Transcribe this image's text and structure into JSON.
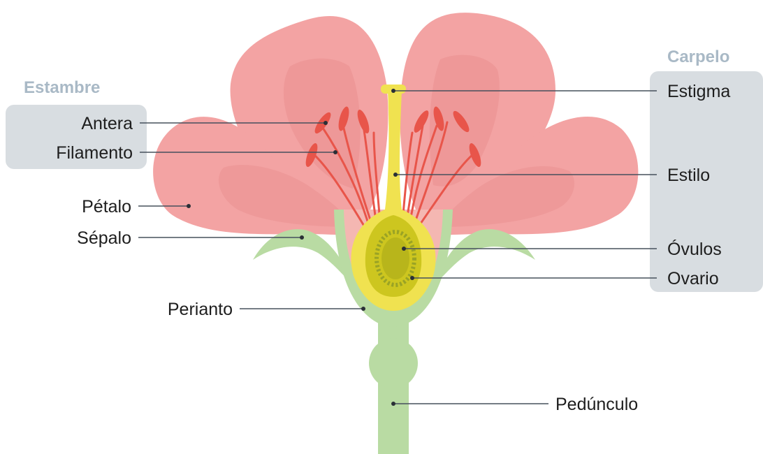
{
  "groups": {
    "stamen": "Estambre",
    "carpel": "Carpelo"
  },
  "labels": {
    "antera": "Antera",
    "filamento": "Filamento",
    "petalo": "Pétalo",
    "sepalo": "Sépalo",
    "perianto": "Perianto",
    "estigma": "Estigma",
    "estilo": "Estilo",
    "ovulos": "Óvulos",
    "ovario": "Ovario",
    "pedunculo": "Pedúnculo"
  },
  "colors": {
    "petal": "#f3a3a3",
    "petal_inner": "#ea8f8f",
    "petal_center": "#f4b7b2",
    "sepal": "#b9dba3",
    "stem": "#b9dba3",
    "filament": "#e8554a",
    "anther": "#e8554a",
    "carpel": "#f0e250",
    "ovary_inner": "#cdc61f",
    "ovules": "#9aa325",
    "group_box": "#d8dde1",
    "group_text": "#a9b9c6"
  }
}
